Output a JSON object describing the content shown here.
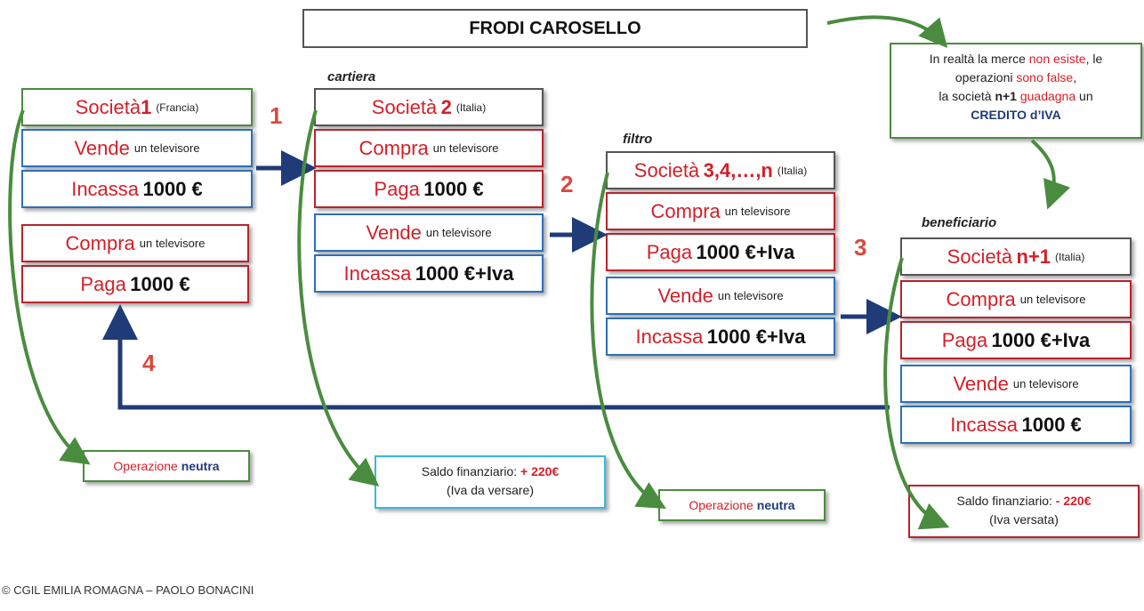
{
  "title": "FRODI CAROSELLO",
  "note": {
    "line1_a": "In realtà la merce ",
    "line1_b": "non esiste",
    "line1_c": ", le",
    "line2_a": "operazioni ",
    "line2_b": "sono false",
    "line2_c": ",",
    "line3_a": "la società ",
    "line3_b": "n+1",
    "line3_c": " guadagna",
    "line3_d": " un",
    "line4": "CREDITO d’IVA"
  },
  "labels": {
    "cartiera": "cartiera",
    "filtro": "filtro",
    "beneficiario": "beneficiario"
  },
  "steps": {
    "s1": "1",
    "s2": "2",
    "s3": "3",
    "s4": "4"
  },
  "company1": {
    "name": "Società",
    "name_num": "1",
    "country": "(Francia)",
    "sell_verb": "Vende",
    "sell_obj": "un televisore",
    "cash_verb": "Incassa",
    "cash_amt": "1000 €",
    "buy_verb": "Compra",
    "buy_obj": "un televisore",
    "pay_verb": "Paga",
    "pay_amt": "1000 €"
  },
  "company2": {
    "name": "Società",
    "name_num": "2",
    "country": "(Italia)",
    "buy_verb": "Compra",
    "buy_obj": "un televisore",
    "pay_verb": "Paga",
    "pay_amt": "1000 €",
    "sell_verb": "Vende",
    "sell_obj": "un televisore",
    "cash_verb": "Incassa",
    "cash_amt": "1000 €+Iva"
  },
  "company3": {
    "name": "Società",
    "name_num": "3,4,…,n",
    "country": "(Italia)",
    "buy_verb": "Compra",
    "buy_obj": "un televisore",
    "pay_verb": "Paga",
    "pay_amt": "1000 €+Iva",
    "sell_verb": "Vende",
    "sell_obj": "un televisore",
    "cash_verb": "Incassa",
    "cash_amt": "1000 €+Iva"
  },
  "company4": {
    "name": "Società",
    "name_num": "n+1",
    "country": "(Italia)",
    "buy_verb": "Compra",
    "buy_obj": "un televisore",
    "pay_verb": "Paga",
    "pay_amt": "1000 €+Iva",
    "sell_verb": "Vende",
    "sell_obj": "un televisore",
    "cash_verb": "Incassa",
    "cash_amt": "1000 €"
  },
  "results": {
    "op1_a": "Operazione ",
    "op1_b": "neutra",
    "saldo1_a": "Saldo finanziario: ",
    "saldo1_b": "+ 220€",
    "saldo1_c": "(Iva da versare)",
    "op2_a": "Operazione ",
    "op2_b": "neutra",
    "saldo2_a": "Saldo finanziario: ",
    "saldo2_b": "- 220€",
    "saldo2_c": "(Iva versata)"
  },
  "footer": "© CGIL EMILIA ROMAGNA – PAOLO BONACINI",
  "colors": {
    "red": "#d3202a",
    "navy": "#1f3b78",
    "green": "#4a8c3f",
    "blue": "#2e6fb7"
  }
}
